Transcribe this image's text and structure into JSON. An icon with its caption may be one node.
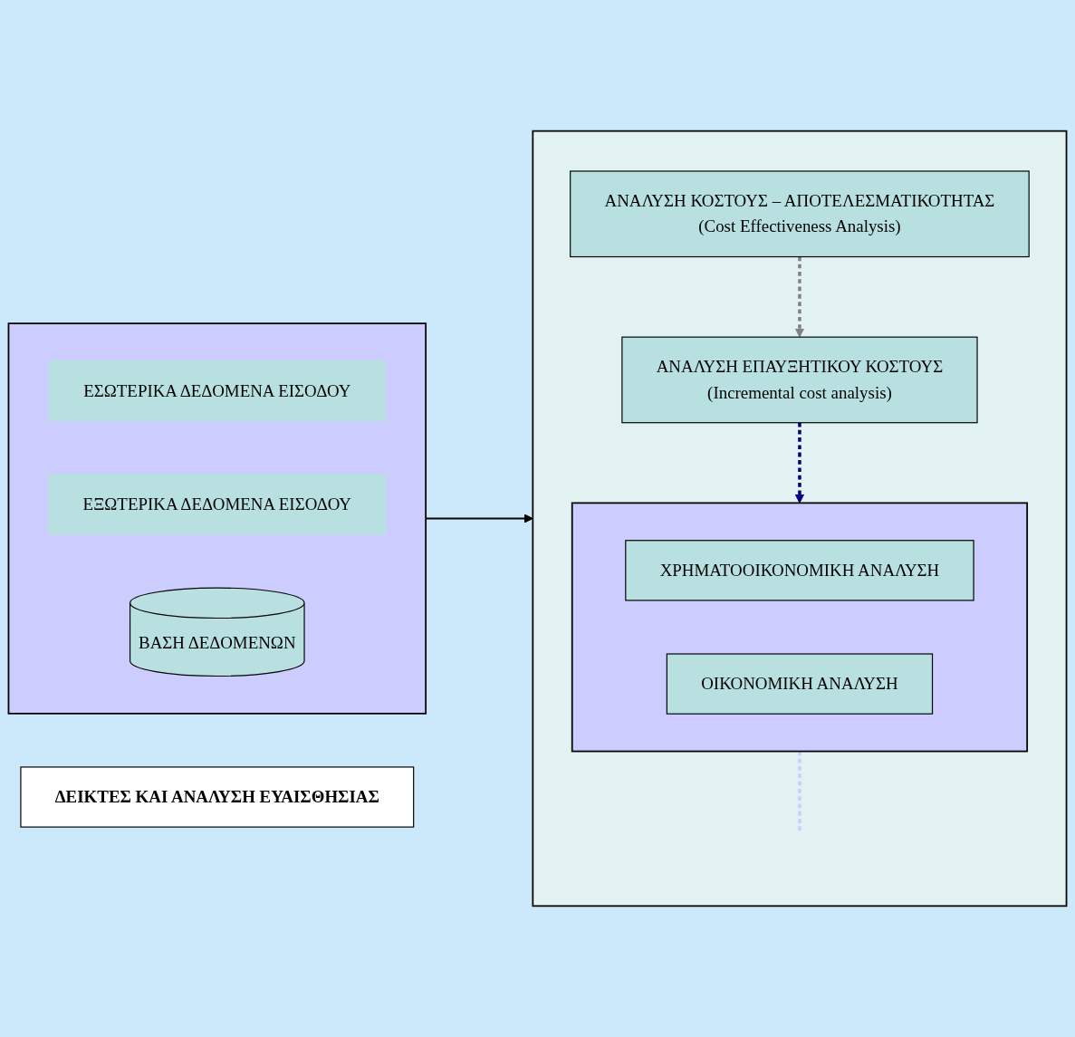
{
  "diagram": {
    "nodes": [
      {
        "text": [],
        "shape": "box"
      },
      {
        "text": [
          "ΕΣΩΤΕΡΙΚΑ ΔΕΔΟΜΕΝΑ ΕΙΣΟΔΟΥ"
        ],
        "in": 0
      },
      {
        "text": [
          "ΕΞΩΤΕΡΙΚΑ ΔΕΔΟΜΕΝΑ ΕΙΣΟΔΟΥ"
        ],
        "in": 0
      },
      {
        "text": [
          "ΒΑΣΗ ΔΕΔΟΜΕΝΩΝ"
        ],
        "in": 0
      },
      {
        "text": [],
        "shape": "box"
      },
      {
        "text": [
          "ΑΝΑΛΥΣΗ ΚΟΣΤΟΥΣ – ΑΠΟΤΕΛΕΣΜΑΤΙΚΟΤΗΤΑΣ",
          "(Cost Effectiveness Analysis)"
        ],
        "in": 4
      },
      {
        "text": [
          "ΑΝΑΛΥΣΗ ΕΠΑΥΞΗΤΙΚΟΥ ΚΟΣΤΟΥΣ",
          "(Incremental cost analysis)"
        ],
        "in": 4
      },
      {
        "text": [],
        "shape": "box",
        "in": 4
      },
      {
        "text": [
          "ΧΡΗΜΑΤΟΟΙΚΟΝΟΜΙΚΗ ΑΝΑΛΥΣΗ"
        ],
        "in": 7
      },
      {
        "text": [
          "ΟΙΚΟΝΟΜΙΚΗ ΑΝΑΛΥΣΗ"
        ],
        "in": 7
      },
      {
        "text": [
          "ΔΕΙΚΤΕΣ ΚΑΙ ΑΝΑΛΥΣΗ ΕΥΑΙΣΘΗΣΙΑΣ"
        ]
      }
    ],
    "edges": [
      {
        "from": 0,
        "to": 4,
        "arrow": "to"
      },
      {
        "from": 5,
        "to": 6,
        "arrow": "to",
        "style": "dashed",
        "color": "#808080"
      },
      {
        "from": 6,
        "to": 7,
        "arrow": "to",
        "style": "dashed",
        "color": "#000080"
      },
      {
        "from": 7,
        "to": null,
        "arrow": "none",
        "style": "dashed",
        "color": "#ccccff"
      }
    ]
  }
}
